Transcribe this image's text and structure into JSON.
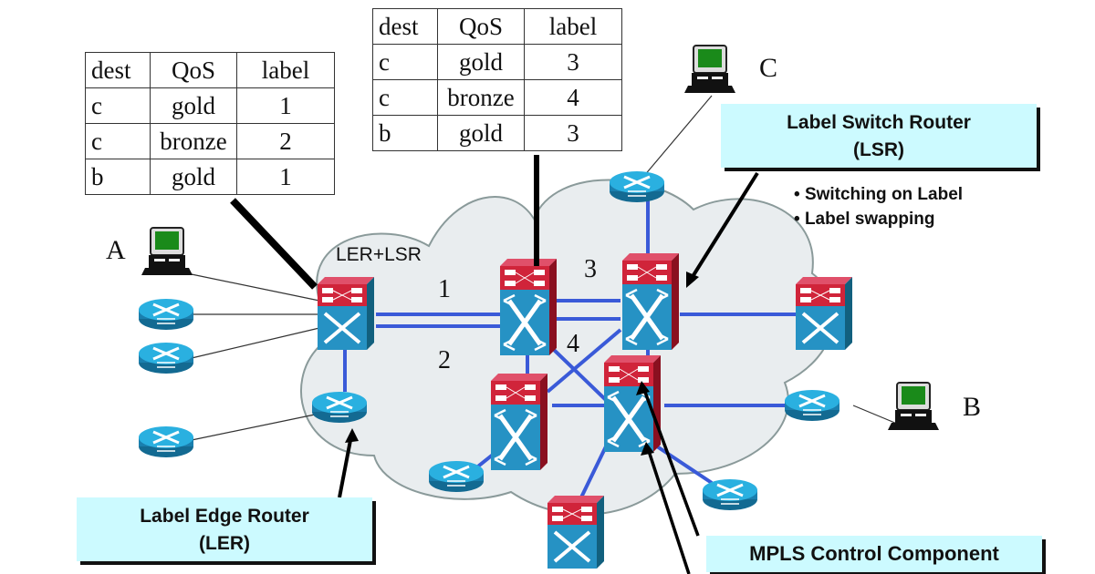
{
  "title": "MPLS network: label tables, LER, LSR and control component",
  "tables": {
    "left": {
      "headers": [
        "dest",
        "QoS",
        "label"
      ],
      "rows": [
        [
          "c",
          "gold",
          "1"
        ],
        [
          "c",
          "bronze",
          "2"
        ],
        [
          "b",
          "gold",
          "1"
        ]
      ]
    },
    "center": {
      "headers": [
        "dest",
        "QoS",
        "label"
      ],
      "rows": [
        [
          "c",
          "gold",
          "3"
        ],
        [
          "c",
          "bronze",
          "4"
        ],
        [
          "b",
          "gold",
          "3"
        ]
      ]
    }
  },
  "hosts": {
    "a": "A",
    "b": "B",
    "c": "C"
  },
  "labels": {
    "ler_lsr": "LER+LSR",
    "link_1": "1",
    "link_2": "2",
    "link_3": "3",
    "link_4": "4"
  },
  "callouts": {
    "lsr_line1": "Label Switch Router",
    "lsr_line2": "(LSR)",
    "lsr_bullets": [
      "Switching on Label",
      "Label swapping"
    ],
    "ler_line1": "Label Edge Router",
    "ler_line2": "(LER)",
    "mpls": "MPLS Control Component"
  },
  "colors": {
    "cloud_fill": "#e9edef",
    "cloud_stroke": "#8a9a9a",
    "router_blue": "#1f8fc0",
    "router_top": "#2ab0e0",
    "switch_red": "#d0243a",
    "switch_blue": "#2692c4",
    "link_blue": "#3a5ad8",
    "callout_bg": "#ccfaff",
    "monitor_green": "#1a8a1a"
  }
}
